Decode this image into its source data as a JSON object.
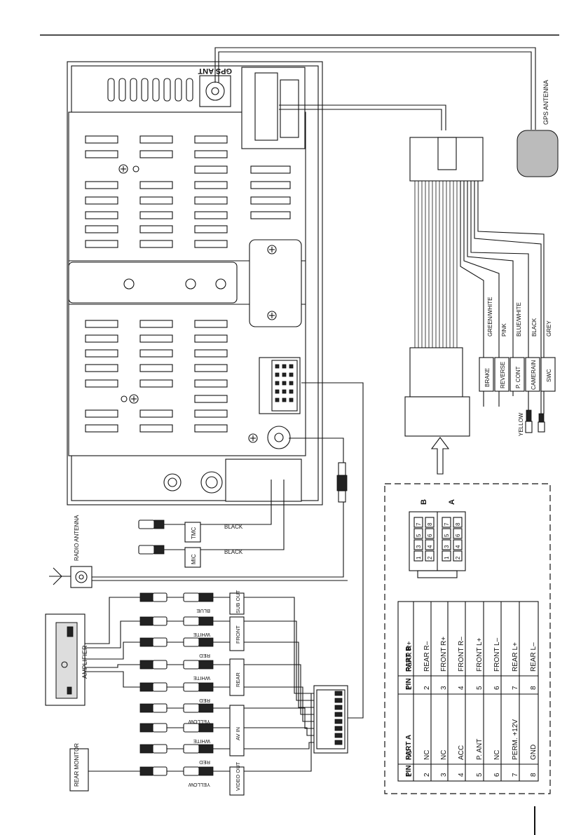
{
  "labels": {
    "gps_ant": "GPS ANT",
    "gps_antenna": "GPS ANTENNA",
    "radio_antenna": "RADIO ANTENNA",
    "amplifier": "AMPLIFIER",
    "rear_monitor": "REAR MONITOR",
    "tmc": "TMC",
    "mic": "MIC",
    "black": "BLACK"
  },
  "wires": [
    {
      "color": "GREEN/WHITE",
      "name": "BRAKE"
    },
    {
      "color": "PINK",
      "name": "REVERSE"
    },
    {
      "color": "BLUE/WHITE",
      "name": "P. CONT"
    },
    {
      "color": "BLACK",
      "name": "CAMERAIN"
    },
    {
      "color": "GREY",
      "name": "SWC"
    }
  ],
  "yellow_label": "YELLOW",
  "rca_groups": [
    {
      "name": "SUB OUT",
      "colors": [
        "BLUE"
      ]
    },
    {
      "name": "FRONT",
      "colors": [
        "WHITE",
        "RED"
      ]
    },
    {
      "name": "REAR",
      "colors": [
        "WHITE",
        "RED"
      ]
    },
    {
      "name": "AV IN",
      "colors": [
        "YELLOW",
        "WHITE",
        "RED"
      ]
    },
    {
      "name": "VIDEO OUT",
      "colors": [
        "YELLOW"
      ]
    }
  ],
  "iso": {
    "label_a": "A",
    "label_b": "B",
    "pins": [
      "1",
      "2",
      "3",
      "4",
      "5",
      "6",
      "7",
      "8"
    ]
  },
  "pin_table": {
    "headers": [
      "PIN",
      "PART A",
      "PIN",
      "PART B"
    ],
    "rows": [
      [
        "1",
        "NC",
        "1",
        "REAR R+"
      ],
      [
        "2",
        "NC",
        "2",
        "REAR R–"
      ],
      [
        "3",
        "NC",
        "3",
        "FRONT R+"
      ],
      [
        "4",
        "ACC",
        "4",
        "FRONT R–"
      ],
      [
        "5",
        "P. ANT",
        "5",
        "FRONT L+"
      ],
      [
        "6",
        "NC",
        "6",
        "FRONT L–"
      ],
      [
        "7",
        "PERM. +12V",
        "7",
        "REAR L+"
      ],
      [
        "8",
        "GND",
        "8",
        "REAR L–"
      ]
    ]
  }
}
